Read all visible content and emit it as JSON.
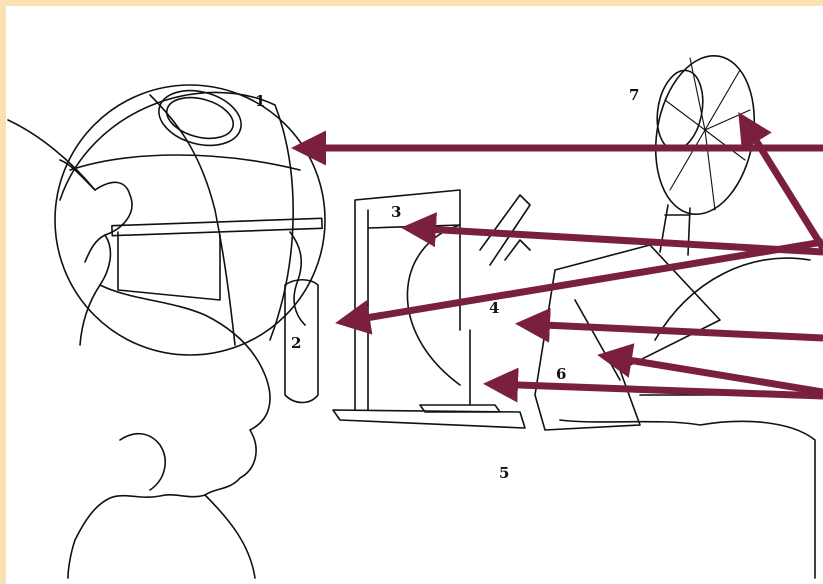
{
  "colors": {
    "background": "#fbe2b4",
    "arrow": "#7a1f3d",
    "ink": "#111111"
  },
  "labels": [
    {
      "id": "1",
      "text": "1"
    },
    {
      "id": "2",
      "text": "2"
    },
    {
      "id": "3",
      "text": "3"
    },
    {
      "id": "4",
      "text": "4"
    },
    {
      "id": "5",
      "text": "5"
    },
    {
      "id": "6",
      "text": "6"
    },
    {
      "id": "7",
      "text": "7"
    }
  ],
  "arrows": [
    {
      "target": "1"
    },
    {
      "target": "3"
    },
    {
      "target": "2"
    },
    {
      "target": "4"
    },
    {
      "target": "6"
    },
    {
      "target": "5"
    },
    {
      "target": "7"
    }
  ]
}
